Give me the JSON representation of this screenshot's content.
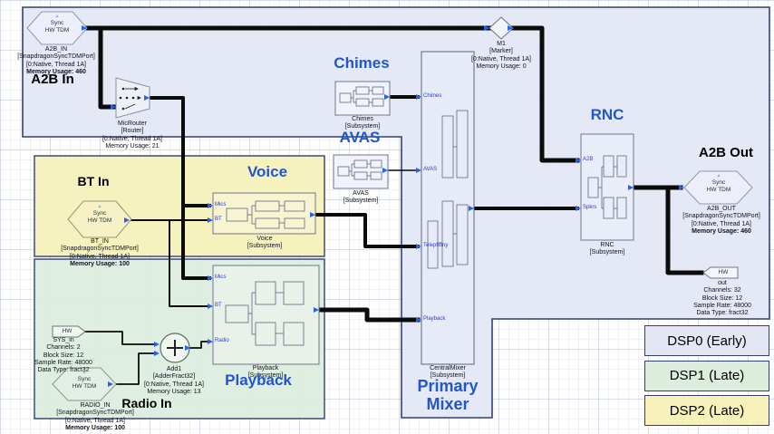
{
  "titles": {
    "a2b_in": "A2B In",
    "bt_in": "BT In",
    "radio_in": "Radio In",
    "a2b_out": "A2B Out",
    "voice": "Voice",
    "playback": "Playback",
    "chimes": "Chimes",
    "avas": "AVAS",
    "primary_mixer_line1": "Primary",
    "primary_mixer_line2": "Mixer",
    "rnc": "RNC"
  },
  "hexagon_text": {
    "line1": "Sync",
    "line2": "HW TDM"
  },
  "icons": {
    "tdm_sync_icon": "▵",
    "adder_icon": "+",
    "router_switch_icon": "router-switch",
    "marker_icon": "diamond",
    "port_arrow_icon": "▸"
  },
  "blocks": {
    "a2b_in": {
      "name": "A2B_IN",
      "type": "[SnapdragonSyncTDMPort]",
      "thread": "[0:Native, Thread 1A]",
      "memory": "Memory Usage: 460"
    },
    "mic_router": {
      "name": "MicRouter",
      "type": "[Router]",
      "thread": "[0:Native, Thread 1A]",
      "memory": "Memory Usage: 21"
    },
    "bt_in": {
      "name": "BT_IN",
      "type": "[SnapdragonSyncTDMPort]",
      "thread": "[0:Native, Thread 1A]",
      "memory": "Memory Usage: 100"
    },
    "voice": {
      "name": "Voice",
      "type": "[Subsystem]",
      "ports": {
        "in1": "Mics",
        "in2": "BT"
      }
    },
    "sys_in": {
      "tag": "HW",
      "name": "SYS_in",
      "channels": "Channels: 2",
      "block_size": "Block Size: 12",
      "sample_rate": "Sample Rate: 48000",
      "data_type": "Data Type: fract32"
    },
    "add1": {
      "name": "Add1",
      "type": "[AdderFract32]",
      "thread": "[0:Native, Thread 1A]",
      "memory": "Memory Usage: 13"
    },
    "radio_in": {
      "name": "RADIO_IN",
      "type": "[SnapdragonSyncTDMPort]",
      "thread": "[0:Native, Thread 1A]",
      "memory": "Memory Usage: 100"
    },
    "playback": {
      "name": "Playback",
      "type": "[Subsystem]",
      "ports": {
        "in1": "Mics",
        "in2": "BT",
        "in3": "Radio"
      }
    },
    "chimes": {
      "name": "Chimes",
      "type": "[Subsystem]"
    },
    "avas": {
      "name": "AVAS",
      "type": "[Subsystem]"
    },
    "central_mixer": {
      "name": "CentralMixer",
      "type": "[Subsystem]",
      "ports": {
        "in1": "Chimes",
        "in2": "AVAS",
        "in3": "Telephony",
        "in4": "Playback"
      }
    },
    "m1": {
      "name": "M1",
      "type": "[Marker]",
      "thread": "[0:Native, Thread 1A]",
      "memory": "Memory Usage: 0"
    },
    "rnc": {
      "name": "RNC",
      "type": "[Subsystem]",
      "ports": {
        "in1": "A2B",
        "in2": "Spkrs"
      }
    },
    "a2b_out": {
      "name": "A2B_OUT",
      "type": "[SnapdragonSyncTDMPort]",
      "thread": "[0:Native, Thread 1A]",
      "memory": "Memory Usage: 460"
    },
    "hw_out": {
      "tag": "HW",
      "name": "out",
      "channels": "Channels: 32",
      "block_size": "Block Size: 12",
      "sample_rate": "Sample Rate: 48000",
      "data_type": "Data Type: fract32"
    }
  },
  "legend": {
    "items": [
      {
        "label": "DSP0 (Early)",
        "color": "#e3e7f4"
      },
      {
        "label": "DSP1 (Late)",
        "color": "#dcedde"
      },
      {
        "label": "DSP2 (Late)",
        "color": "#f6f1ba"
      }
    ]
  },
  "colors": {
    "region_border": "#31406f",
    "dsp0_fill": "#e3e7f4",
    "dsp1_fill": "#dcedde",
    "dsp2_fill": "#f6f1ba",
    "wire": "#0b0b0b",
    "title_blue": "#2356c7",
    "port_blue": "#2563eb"
  }
}
